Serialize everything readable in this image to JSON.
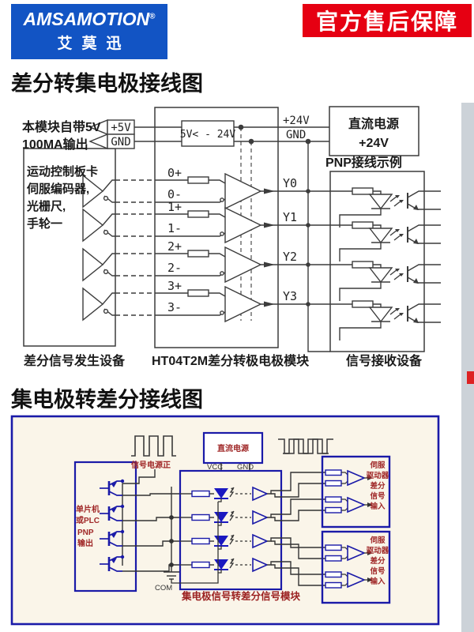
{
  "header": {
    "brand": "AMSAMOTION",
    "brand_reg": "®",
    "brand_cn": "艾莫迅",
    "badge": "官方售后保障"
  },
  "colors": {
    "brand_blue": "#1254c4",
    "badge_red": "#e60012",
    "diagram2_navy": "#1a1aa8",
    "diagram2_dark_red": "#a02828",
    "diagram2_bg_cream": "#faf5e9",
    "led_blue": "#1a18c0",
    "side_strip_gray": "#ccd2d8"
  },
  "section1": {
    "title": "差分转集电极接线图",
    "left_note_line1": "本模块自带5V",
    "left_note_line2": "100MA输出",
    "pin_5v": "+5V",
    "pin_gnd": "GND",
    "range_box": "5V< - 24V",
    "p24": "+24V",
    "gnd": "GND",
    "dc_line1": "直流电源",
    "dc_line2": "+24V",
    "pnp_example": "PNP接线示例",
    "source_labels": [
      "运动控制板卡",
      "伺服编码器,",
      "光栅尺,",
      "手轮一"
    ],
    "channel_inputs": [
      "0+",
      "0-",
      "1+",
      "1-",
      "2+",
      "2-",
      "3+",
      "3-"
    ],
    "outputs": [
      "Y0",
      "Y1",
      "Y2",
      "Y3"
    ],
    "caption_left": "差分信号发生设备",
    "caption_mid": "HT04T2M差分转极电极模块",
    "caption_right": "信号接收设备"
  },
  "section2": {
    "title": "集电极转差分接线图",
    "dc_box": "直流电源",
    "vcc": "VCC",
    "gnd": "GND",
    "signal_power": "信号电源正",
    "plc_lines": [
      "单片机",
      "或PLC",
      "PNP",
      "输出"
    ],
    "com": "COM",
    "module_caption": "集电极信号转差分信号模块",
    "servo_lines": [
      "伺服",
      "驱动器",
      "差分",
      "信号",
      "输入"
    ]
  }
}
